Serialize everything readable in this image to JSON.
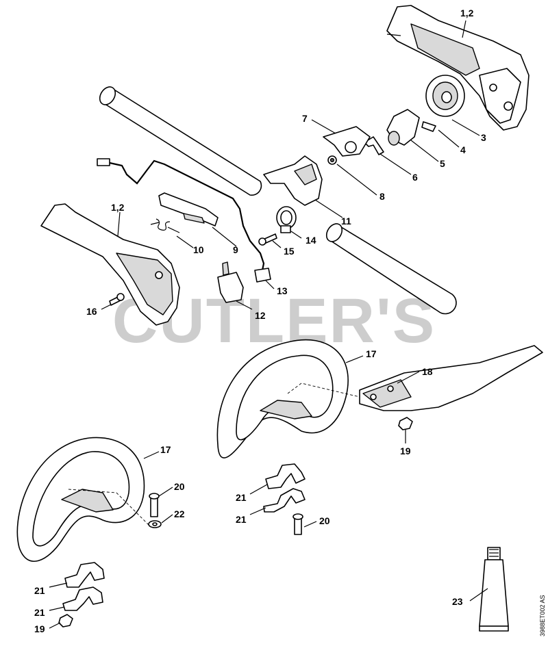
{
  "watermark": "CUTLER'S",
  "document_id": "3988ET002 AS",
  "callouts": [
    "1,2",
    "3",
    "4",
    "5",
    "6",
    "7",
    "8",
    "9",
    "10",
    "11",
    "1,2",
    "12",
    "13",
    "14",
    "15",
    "16",
    "17",
    "18",
    "19",
    "17",
    "20",
    "22",
    "21",
    "21",
    "21",
    "20",
    "21",
    "19",
    "23"
  ]
}
